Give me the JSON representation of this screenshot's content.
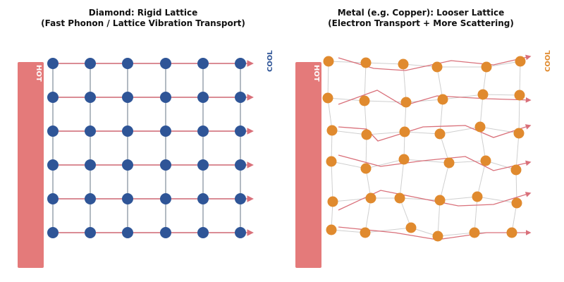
{
  "diamond": {
    "title_line1": "Diamond: Rigid Lattice",
    "title_line2": "(Fast Phonon / Lattice Vibration Transport)",
    "hot_label": "HOT",
    "cool_label": "COOL",
    "lattice": "regular 6x6 grid",
    "node_color": "#2f5597",
    "bond_color": "#7f8c9a"
  },
  "metal": {
    "title_line1": "Metal (e.g. Copper): Looser Lattice",
    "title_line2": "(Electron Transport + More Scattering)",
    "hot_label": "HOT",
    "cool_label": "COOL",
    "lattice": "irregular 6x6 grid",
    "node_color": "#e08a2e",
    "bond_color": "#cfcfcf"
  },
  "colors": {
    "hot_bar": "#e47a7a",
    "arrow": "#d9707a",
    "diamond_cool": "#2f5597",
    "metal_cool": "#e08a2e"
  }
}
